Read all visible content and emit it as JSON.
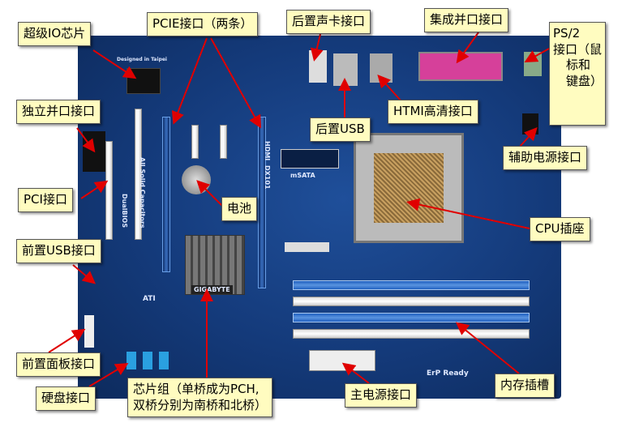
{
  "callouts": {
    "super_io": "超级IO芯片",
    "pcie": "PCIE接口（两条）",
    "rear_audio": "后置声卡接口",
    "parallel_integrated": "集成并口接口",
    "ps2": "PS/2接口（鼠标和键盘）",
    "ps2_lines": [
      "PS/2",
      "接口（鼠",
      "标和",
      "键盘）"
    ],
    "parallel_standalone": "独立并口接口",
    "hdmi": "HTMI高清接口",
    "rear_usb": "后置USB",
    "aux_power": "辅助电源接口",
    "pci": "PCI接口",
    "battery": "电池",
    "cpu_socket": "CPU插座",
    "front_usb": "前置USB接口",
    "front_panel": "前置面板接口",
    "sata": "硬盘接口",
    "chipset_line1": "芯片组（单桥成为PCH,",
    "chipset_line2": "双桥分别为南桥和北桥）",
    "main_power": "主电源接口",
    "memory_slots": "内存插槽"
  },
  "board_markings": {
    "brand": "GIGABYTE",
    "capacitors": "All Solid Capacitors",
    "dualbios": "DualBIOS",
    "hdmi": "HDMI",
    "dx": "DX101",
    "msata": "mSATA",
    "erp": "ErP Ready",
    "ati": "ATI",
    "designed": "Designed in Taipei"
  },
  "colors": {
    "callout_bg": "#fffcc0",
    "arrow": "#e00000",
    "board": "#143a7a"
  }
}
